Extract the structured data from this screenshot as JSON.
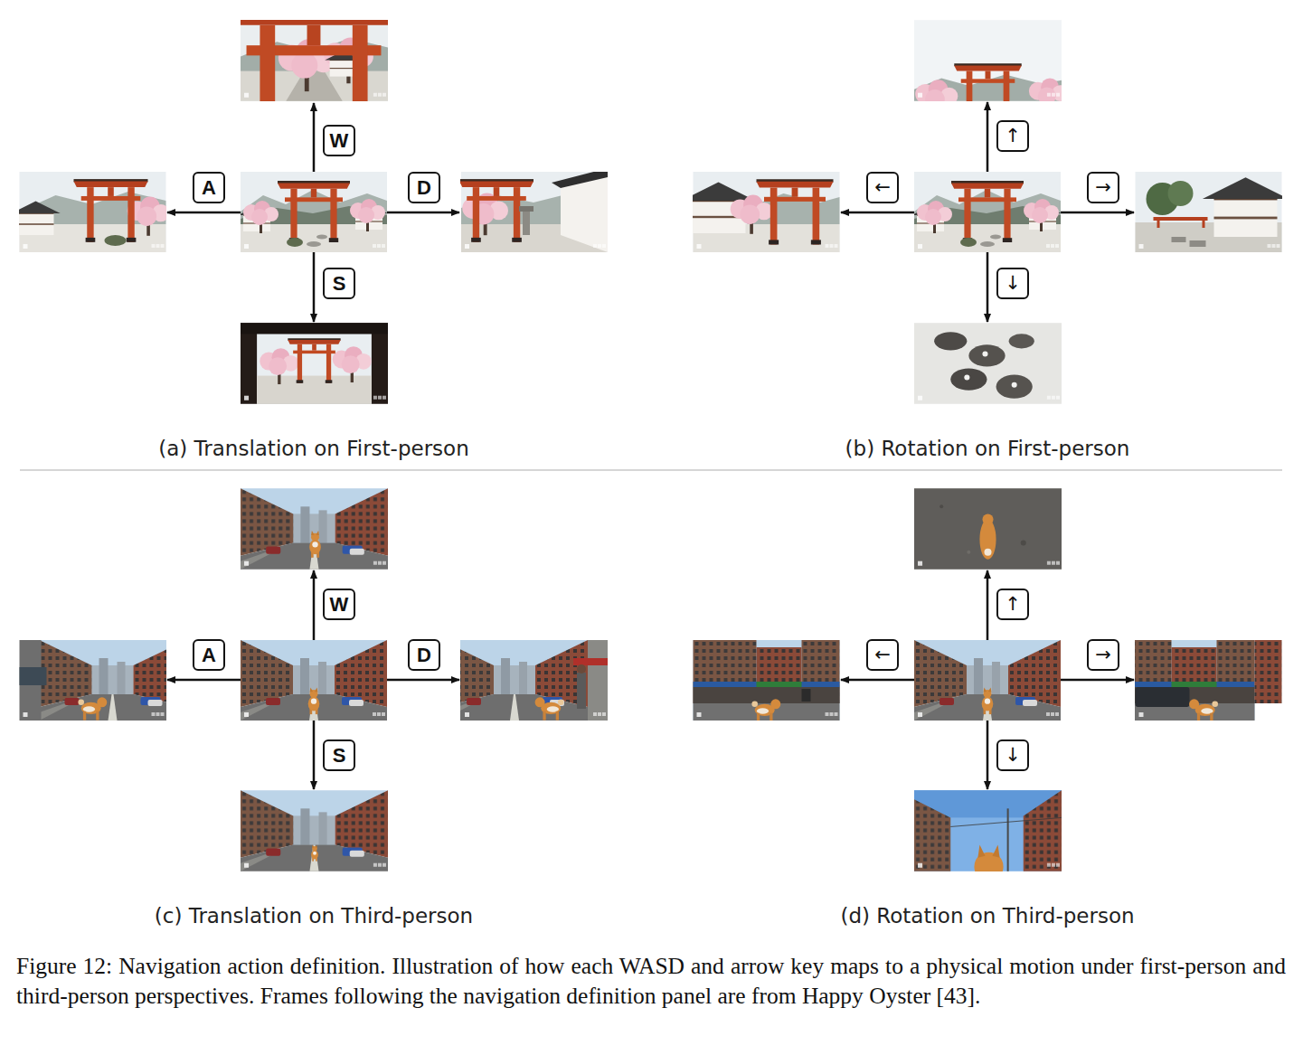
{
  "diagram": {
    "caption": "Figure 12: Navigation action definition. Illustration of how each WASD and arrow key maps to a physical motion under first-person and third-person perspectives. Frames following the navigation definition panel are from Happy Oyster [43].",
    "nodes": [
      {
        "text": [
          "W"
        ]
      },
      {
        "text": [
          "A"
        ]
      },
      {
        "text": [
          "D"
        ]
      },
      {
        "text": [
          "S"
        ]
      },
      {
        "text": [
          "↑"
        ]
      },
      {
        "text": [
          "←"
        ]
      },
      {
        "text": [
          "→"
        ]
      },
      {
        "text": [
          "↓"
        ]
      },
      {
        "text": [
          "W"
        ]
      },
      {
        "text": [
          "A"
        ]
      },
      {
        "text": [
          "D"
        ]
      },
      {
        "text": [
          "S"
        ]
      },
      {
        "text": [
          "↑"
        ]
      },
      {
        "text": [
          "←"
        ]
      },
      {
        "text": [
          "→"
        ]
      },
      {
        "text": [
          "↓"
        ]
      }
    ],
    "labels": [
      "(a) Translation on First-person",
      "(b) Rotation on First-person",
      "(c) Translation on Third-person",
      "(d) Rotation on Third-person"
    ]
  }
}
